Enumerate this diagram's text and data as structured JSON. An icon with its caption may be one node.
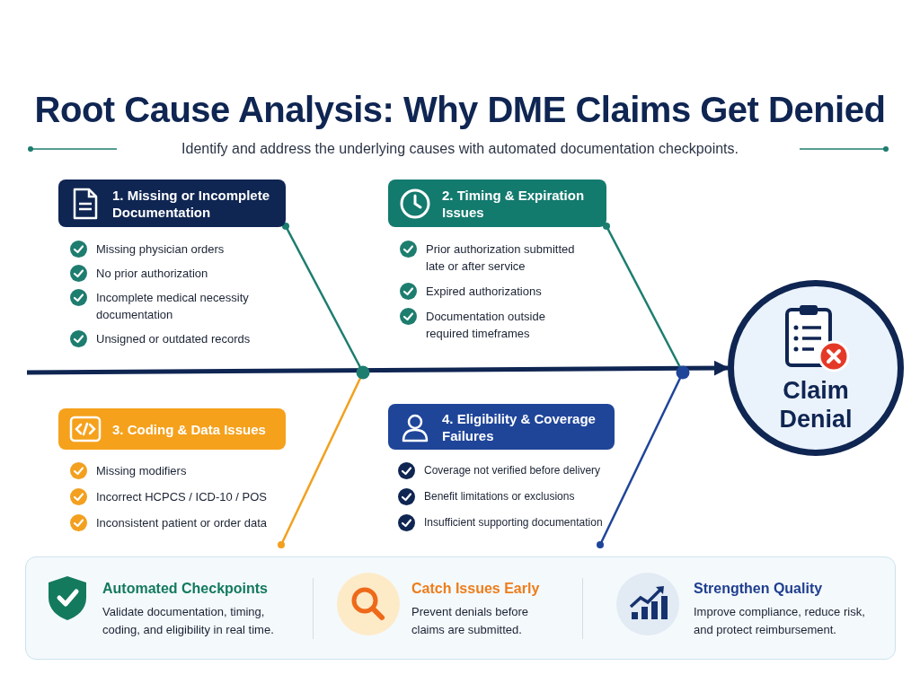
{
  "diagram": {
    "title": "Root Cause Analysis: Why DME Claims Get Denied",
    "nodes": [
      {
        "text": [
          "1. Missing or Incomplete Documentation"
        ],
        "beside": [
          "Missing physician orders",
          "No prior authorization",
          "Incomplete medical necessity documentation",
          "Unsigned or outdated records"
        ]
      },
      {
        "text": [
          "2. Timing & Expiration Issues"
        ],
        "beside": [
          "Prior authorization submitted late or after service",
          "Expired authorizations",
          "Documentation outside required timeframes"
        ]
      },
      {
        "text": [
          "3. Coding & Data Issues"
        ],
        "beside": [
          "Missing modifiers",
          "Incorrect HCPCS / ICD-10 / POS",
          "Inconsistent patient or order data"
        ]
      },
      {
        "text": [
          "4. Eligibility & Coverage Failures"
        ],
        "beside": [
          "Coverage not verified before delivery",
          "Benefit limitations or exclusions",
          "Insufficient supporting documentation"
        ]
      },
      {
        "text": [
          "Claim Denial"
        ]
      }
    ],
    "edges": [
      {
        "from": null,
        "to": 4,
        "arrow": "to",
        "style": "thick",
        "color": "#0f2552"
      },
      {
        "from": 0,
        "to": null,
        "arrow": "other",
        "color": "#1d7d6f"
      },
      {
        "from": 1,
        "to": null,
        "arrow": "other",
        "color": "#1d7d6f"
      },
      {
        "from": 2,
        "to": null,
        "arrow": "other",
        "color": "#f2a01e"
      },
      {
        "from": 3,
        "to": null,
        "arrow": "other",
        "color": "#1f4599"
      }
    ],
    "labels": [
      "Identify and address the underlying causes with automated documentation checkpoints.",
      "Automated Checkpoints",
      "Validate documentation, timing, coding, and eligibility in real time.",
      "Catch Issues Early",
      "Prevent denials before claims are submitted.",
      "Strengthen Quality",
      "Improve compliance, reduce risk, and protect reimbursement."
    ]
  }
}
